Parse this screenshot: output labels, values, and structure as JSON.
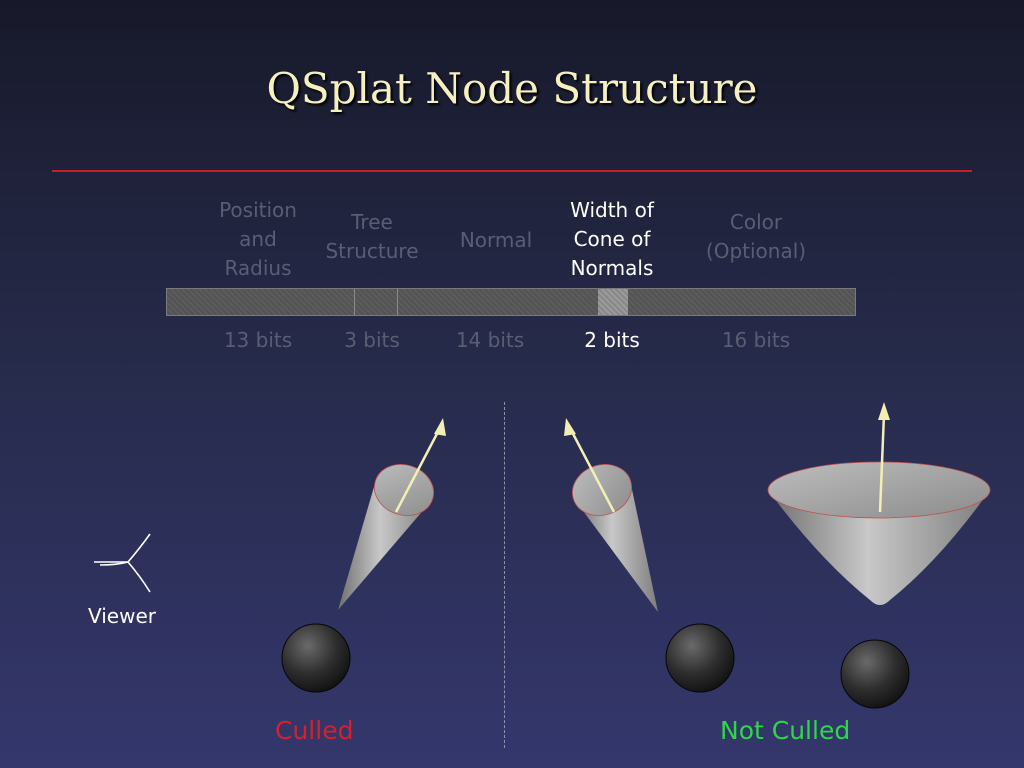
{
  "slide": {
    "title": "QSplat Node Structure"
  },
  "fields": [
    {
      "label": "Position\nand\nRadius",
      "bits": "13 bits"
    },
    {
      "label": "Tree\nStructure",
      "bits": "3 bits"
    },
    {
      "label": "Normal",
      "bits": "14 bits"
    },
    {
      "label": "Width of\nCone of\nNormals",
      "bits": "2 bits"
    },
    {
      "label": "Color\n(Optional)",
      "bits": "16 bits"
    }
  ],
  "highlighted_field": "Width of Cone of Normals",
  "diagram": {
    "viewer_label": "Viewer",
    "culled_label": "Culled",
    "not_culled_label": "Not Culled"
  },
  "colors": {
    "title": "#f6f0bf",
    "rule": "#c72020",
    "culled": "#d6212a",
    "not_culled": "#2fd64a",
    "arrow": "#f3efb4"
  }
}
